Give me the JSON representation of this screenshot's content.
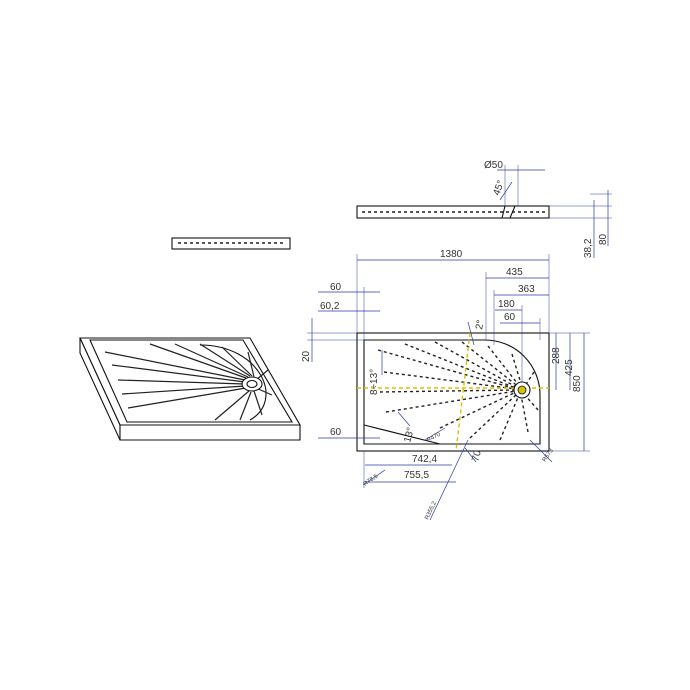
{
  "colors": {
    "outline": "#111111",
    "dimension_lines": "#2a3aa8",
    "centerline_dash": "#d8c200",
    "background": "#ffffff"
  },
  "icons": {
    "drain": "drain-icon"
  },
  "dimensions": {
    "drain_diameter": "Ø50",
    "drain_angle": "45°",
    "edge_height": "38,2",
    "total_height": "80",
    "overall_length": "1380",
    "d435": "435",
    "d363": "363",
    "d180": "180",
    "d60_top": "60",
    "d60_left_top": "60",
    "d60_2": "60,2",
    "d20": "20",
    "d60_left_bottom": "60",
    "slope_2": "2°",
    "slope_8_13": "8÷13°",
    "slope_13": "13°",
    "d288": "288",
    "d425": "425",
    "overall_width": "850",
    "d742_4": "742,4",
    "d755_5": "755,5",
    "d70": "70",
    "r_small": "R78,5",
    "r_mid": "R470",
    "r_large": "R355,2",
    "r_right": "R573"
  }
}
